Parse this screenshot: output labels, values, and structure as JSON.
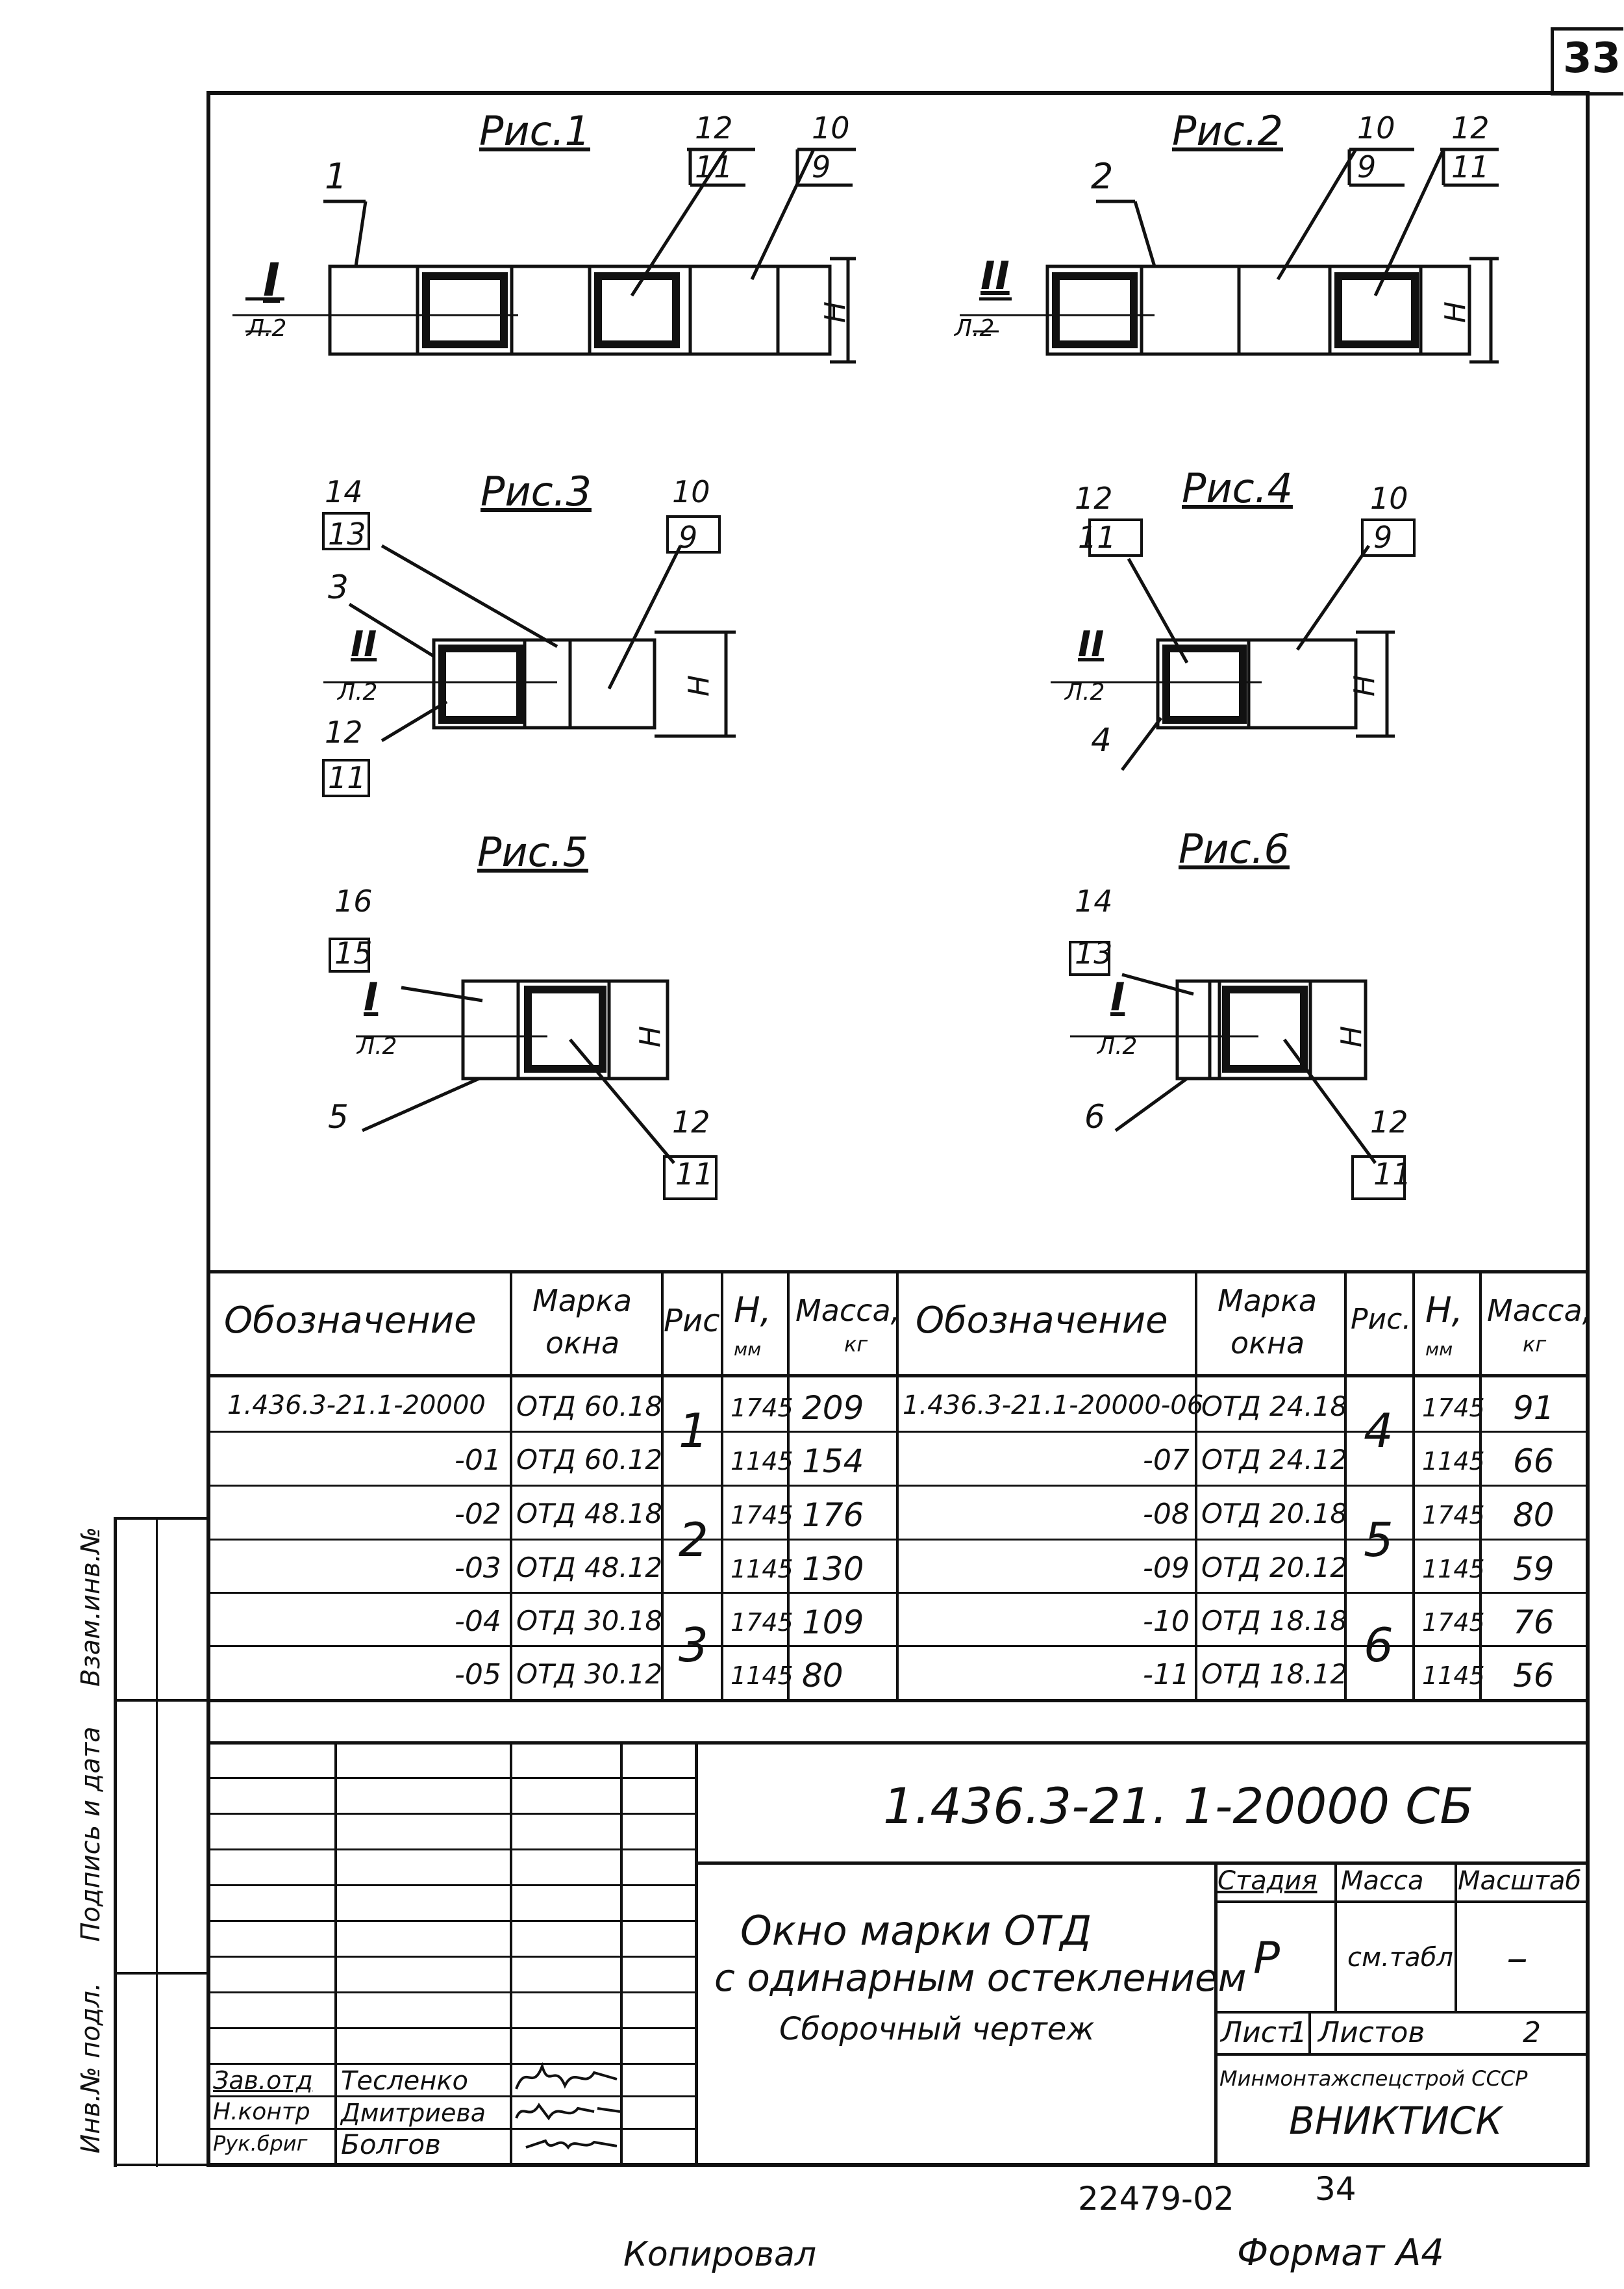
{
  "sheet_corner_number": "33",
  "figures": [
    {
      "title": "Рис.1",
      "section": "I",
      "sheet_ref": "Л.2",
      "dim": "H",
      "callouts": [
        {
          "top": "12",
          "bottom": "11"
        },
        {
          "top": "10",
          "bottom": "9"
        }
      ],
      "leader": "1"
    },
    {
      "title": "Рис.2",
      "section": "II",
      "sheet_ref": "Л.2",
      "dim": "H",
      "callouts": [
        {
          "top": "10",
          "bottom": "9"
        },
        {
          "top": "12",
          "bottom": "11"
        }
      ],
      "leader": "2"
    },
    {
      "title": "Рис.3",
      "section": "II",
      "sheet_ref": "Л.2",
      "dim": "H",
      "callouts": [
        {
          "top": "14",
          "bottom": "13"
        },
        {
          "top": "10",
          "bottom": "9"
        },
        {
          "top": "12",
          "bottom": "11"
        }
      ],
      "leader": "3"
    },
    {
      "title": "Рис.4",
      "section": "II",
      "sheet_ref": "Л.2",
      "dim": "H",
      "callouts": [
        {
          "top": "12",
          "bottom": "11"
        },
        {
          "top": "10",
          "bottom": "9"
        }
      ],
      "leader": "4"
    },
    {
      "title": "Рис.5",
      "section": "I",
      "sheet_ref": "Л.2",
      "dim": "H",
      "callouts": [
        {
          "top": "16",
          "bottom": "15"
        },
        {
          "top": "12",
          "bottom": "11"
        }
      ],
      "leader": "5"
    },
    {
      "title": "Рис.6",
      "section": "I",
      "sheet_ref": "Л.2",
      "dim": "H",
      "callouts": [
        {
          "top": "14",
          "bottom": "13"
        },
        {
          "top": "12",
          "bottom": "11"
        }
      ],
      "leader": "6"
    }
  ],
  "spec_table": {
    "headers": {
      "designation": "Обозначение",
      "mark": [
        "Марка",
        "окна"
      ],
      "fig": "Рис",
      "fig_right": "Рис.",
      "h": [
        "H,",
        "мм"
      ],
      "mass": [
        "Масса,",
        "кг"
      ]
    },
    "left_rows": [
      {
        "designation": "1.436.3-21.1-20000",
        "mark": "ОТД 60.18",
        "h": "1745",
        "mass": "209"
      },
      {
        "designation": "-01",
        "mark": "ОТД 60.12",
        "h": "1145",
        "mass": "154"
      },
      {
        "designation": "-02",
        "mark": "ОТД 48.18",
        "h": "1745",
        "mass": "176"
      },
      {
        "designation": "-03",
        "mark": "ОТД 48.12",
        "h": "1145",
        "mass": "130"
      },
      {
        "designation": "-04",
        "mark": "ОТД 30.18",
        "h": "1745",
        "mass": "109"
      },
      {
        "designation": "-05",
        "mark": "ОТД 30.12",
        "h": "1145",
        "mass": "80"
      }
    ],
    "left_figs": [
      "1",
      "2",
      "3"
    ],
    "right_rows": [
      {
        "designation": "1.436.3-21.1-20000-06",
        "mark": "ОТД 24.18",
        "h": "1745",
        "mass": "91"
      },
      {
        "designation": "-07",
        "mark": "ОТД 24.12",
        "h": "1145",
        "mass": "66"
      },
      {
        "designation": "-08",
        "mark": "ОТД 20.18",
        "h": "1745",
        "mass": "80"
      },
      {
        "designation": "-09",
        "mark": "ОТД 20.12",
        "h": "1145",
        "mass": "59"
      },
      {
        "designation": "-10",
        "mark": "ОТД 18.18",
        "h": "1745",
        "mass": "76"
      },
      {
        "designation": "-11",
        "mark": "ОТД 18.12",
        "h": "1145",
        "mass": "56"
      }
    ],
    "right_figs": [
      "4",
      "5",
      "6"
    ]
  },
  "side_stamp": [
    "Взам.инв.№",
    "Подпись и дата",
    "Инв.№ подл."
  ],
  "title_block": {
    "doc_code": "1.436.3-21. 1-20000 СБ",
    "title_lines": [
      "Окно марки ОТД",
      "с одинарным остеклением",
      "Сборочный чертеж"
    ],
    "stage_label": "Стадия",
    "mass_label": "Масса",
    "scale_label": "Масштаб",
    "stage": "Р",
    "mass": "см.табл",
    "scale": "–",
    "sheet_label": "Лист",
    "sheet": "1",
    "sheets_label": "Листов",
    "sheets": "2",
    "org_line1": "Минмонтажспецстрой СССР",
    "org_line2": "ВНИКТИСК",
    "signers": [
      {
        "role": "Зав.отд",
        "name": "Тесленко"
      },
      {
        "role": "Н.контр",
        "name": "Дмитриева"
      },
      {
        "role": "Рук.бриг",
        "name": "Болгов"
      }
    ]
  },
  "footer": {
    "copied": "Копировал",
    "inv": "22479-02",
    "page": "34",
    "format": "Формат А4"
  }
}
